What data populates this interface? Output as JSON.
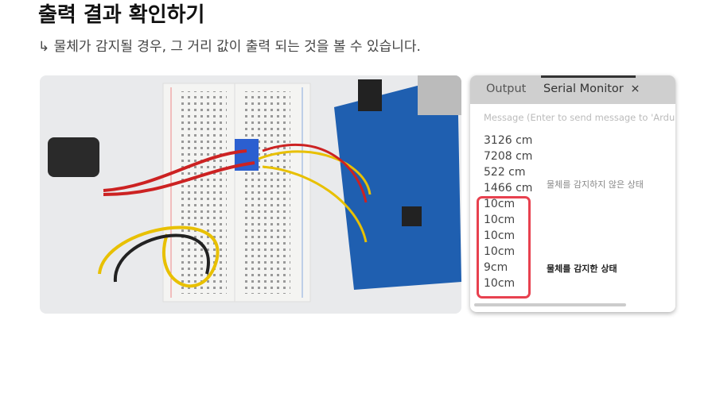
{
  "title": "출력 결과 확인하기",
  "subtitle": "↳ 물체가 감지될 경우, 그 거리 값이 출력 되는 것을 볼 수 있습니다.",
  "panel": {
    "tabs": {
      "output": "Output",
      "serial": "Serial Monitor",
      "close": "×"
    },
    "message_placeholder": "Message (Enter to send message to 'Arduino",
    "lines": [
      "3126 cm",
      "7208 cm",
      "522 cm",
      "1466 cm",
      "10cm",
      "10cm",
      "10cm",
      "10cm",
      "9cm",
      "10cm"
    ],
    "note_not_detected": "물체를 감지하지 않은 상태",
    "note_detected": "물체를 감지한 상태",
    "highlight_color": "#e8414f"
  }
}
